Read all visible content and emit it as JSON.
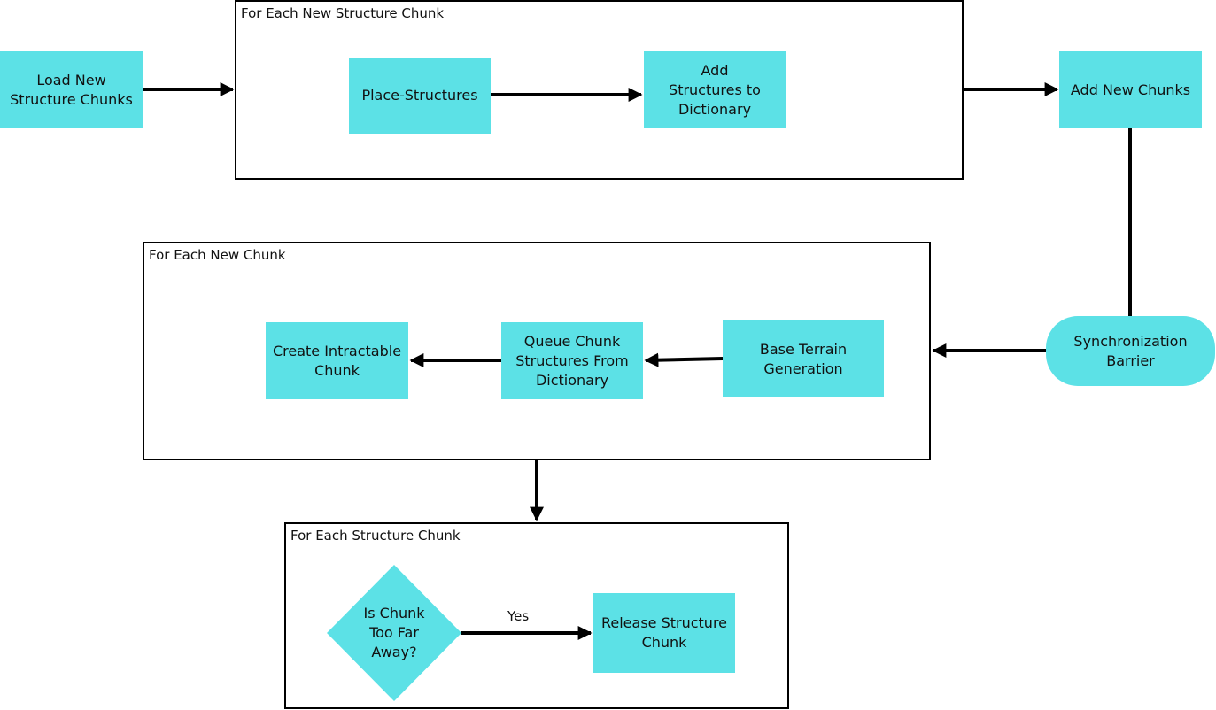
{
  "frames": {
    "structure_loop": "For Each New Structure Chunk",
    "chunk_loop": "For Each New Chunk",
    "release_loop": "For Each Structure Chunk"
  },
  "nodes": {
    "load_new_structure_chunks": "Load New Structure Chunks",
    "place_structures": "Place-Structures",
    "add_structures_to_dictionary": "Add Structures to Dictionary",
    "add_new_chunks": "Add New Chunks",
    "synchronization_barrier": "Synchronization Barrier",
    "base_terrain_generation": "Base Terrain Generation",
    "queue_chunk_structures": "Queue Chunk Structures From Dictionary",
    "create_intractable_chunk": "Create Intractable Chunk",
    "is_chunk_too_far_away": "Is Chunk Too Far Away?",
    "release_structure_chunk": "Release Structure Chunk"
  },
  "edges": {
    "yes_label": "Yes"
  },
  "colors": {
    "node_fill": "#5ce1e6",
    "stroke": "#000000"
  }
}
